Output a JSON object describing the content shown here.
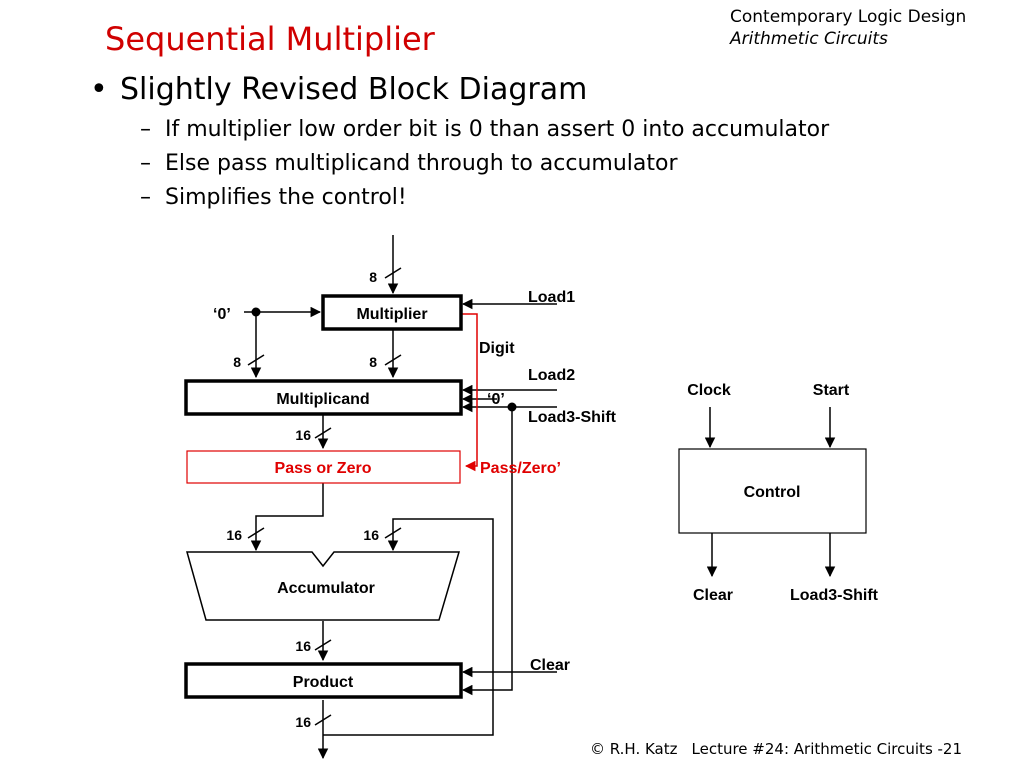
{
  "header": {
    "title": "Sequential Multiplier",
    "course": "Contemporary Logic Design",
    "topic": "Arithmetic Circuits"
  },
  "bullet": {
    "text": "Slightly Revised Block Diagram",
    "subitems": [
      "If multiplier low order bit is 0 than assert 0 into accumulator",
      "Else pass multiplicand through to accumulator",
      "Simplifies the control!"
    ]
  },
  "diagram": {
    "blocks": {
      "multiplier": "Multiplier",
      "multiplicand": "Multiplicand",
      "pass_or_zero": "Pass or Zero",
      "accumulator": "Accumulator",
      "product": "Product",
      "control": "Control"
    },
    "bus_widths": {
      "multiplier_in": "8",
      "multiplicand_in_left": "8",
      "multiplicand_in_right": "8",
      "pass_or_zero_in": "16",
      "accumulator_in_left": "16",
      "accumulator_in_right": "16",
      "product_in": "16",
      "product_out": "16"
    },
    "signals": {
      "zero_multiplier": "‘0’",
      "zero_multiplicand": "‘0’",
      "load1": "Load1",
      "digit": "Digit",
      "load2": "Load2",
      "load3_shift": "Load3-Shift",
      "pass_zero": "Pass/Zero’",
      "clear": "Clear"
    },
    "control": {
      "inputs": [
        "Clock",
        "Start"
      ],
      "outputs": [
        "Clear",
        "Load3-Shift"
      ]
    },
    "colors": {
      "highlight": "#e00000",
      "ink": "#000000"
    }
  },
  "footer": {
    "copyright": "© R.H. Katz",
    "lecture": "Lecture #24: Arithmetic Circuits -21"
  }
}
